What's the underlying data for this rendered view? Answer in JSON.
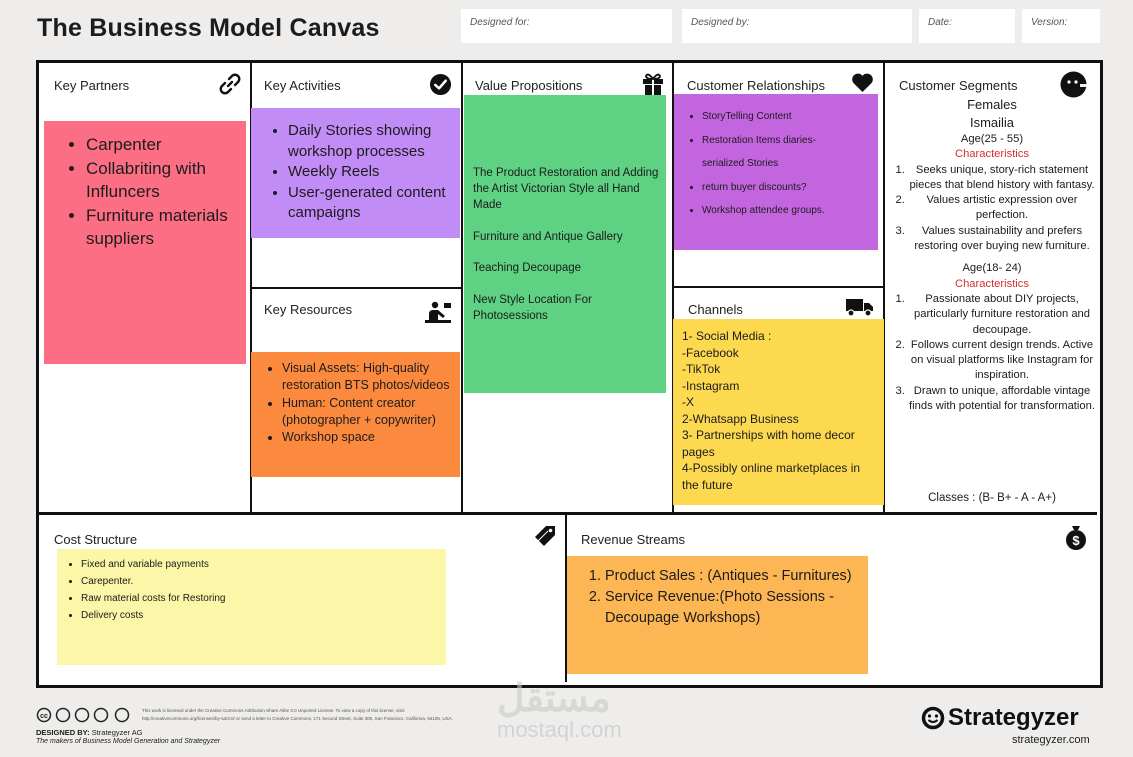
{
  "header": {
    "title": "The Business Model Canvas",
    "designed_for": "Designed for:",
    "designed_by": "Designed by:",
    "date": "Date:",
    "version": "Version:"
  },
  "key_partners": {
    "title": "Key Partners",
    "icon": "link-icon",
    "items": [
      "Carpenter",
      "Collabriting with Influncers",
      "Furniture materials suppliers"
    ]
  },
  "key_activities": {
    "title": "Key Activities",
    "icon": "check-circle-icon",
    "items": [
      "Daily Stories showing workshop processes",
      "Weekly Reels",
      "User-generated content campaigns"
    ]
  },
  "key_resources": {
    "title": "Key Resources",
    "icon": "worker-icon",
    "items": [
      "Visual Assets: High-quality restoration BTS photos/videos",
      "Human: Content creator (photographer + copywriter)",
      "Workshop space"
    ]
  },
  "value_propositions": {
    "title": "Value Propositions",
    "icon": "gift-icon",
    "paragraphs": [
      "The Product Restoration and Adding the Artist Victorian Style all Hand Made",
      "Furniture and Antique Gallery",
      "Teaching Decoupage",
      "New Style Location For Photosessions"
    ]
  },
  "customer_relationships": {
    "title": "Customer Relationships",
    "icon": "heart-icon",
    "items": [
      "StoryTelling Content",
      "Restoration  Items diaries-",
      "return buyer discounts?",
      "Workshop attendee groups."
    ],
    "continuation": "serialized Stories"
  },
  "channels": {
    "title": "Channels",
    "icon": "truck-icon",
    "text": "1- Social Media :\n-Facebook\n-TikTok\n-Instagram\n-X\n2-Whatsapp Business\n3- Partnerships with home decor\npages\n4-Possibly online marketplaces in\nthe future"
  },
  "customer_segments": {
    "title": "Customer Segments",
    "icon": "face-icon",
    "gender": "Females",
    "location": "Ismailia",
    "group1": {
      "age": "Age(25 - 55)",
      "heading": "Characteristics",
      "items": [
        "Seeks unique, story-rich statement pieces that blend history with fantasy.",
        "Values artistic expression over perfection.",
        "Values sustainability and prefers restoring over buying new furniture."
      ]
    },
    "group2": {
      "age": "Age(18- 24)",
      "heading": "Characteristics",
      "items": [
        "Passionate about DIY projects, particularly furniture restoration and decoupage.",
        "Follows current design trends. Active on visual platforms like Instagram for inspiration.",
        "Drawn to unique, affordable vintage finds with potential for transformation."
      ]
    },
    "classes": "Classes : (B- B+ - A - A+)"
  },
  "cost_structure": {
    "title": "Cost Structure",
    "icon": "tag-icon",
    "items": [
      "Fixed and variable payments",
      "Carepenter.",
      "Raw material costs for Restoring",
      "Delivery costs"
    ]
  },
  "revenue_streams": {
    "title": "Revenue Streams",
    "icon": "money-bag-icon",
    "items": [
      "Product Sales : (Antiques - Furnitures)",
      "Service Revenue:(Photo Sessions - Decoupage Workshops)"
    ]
  },
  "footer": {
    "license": "This work is licensed under the Creative Commons Attribution-Share Alike 3.0 Unported License. To view a copy of this license, visit:",
    "license2": "http://creativecommons.org/licenses/by-sa/3.0/ or send a letter to Creative Commons, 171 Second Street, Suite 300, San Francisco, California, 94105, USA.",
    "designed_by_label": "DESIGNED BY:",
    "designed_by_value": "Strategyzer AG",
    "tagline": "The makers of Business Model Generation and Strategyzer",
    "brand": "Strategyzer",
    "brand_url": "strategyzer.com",
    "watermark": "مستقل",
    "watermark_url": "mostaql.com"
  }
}
